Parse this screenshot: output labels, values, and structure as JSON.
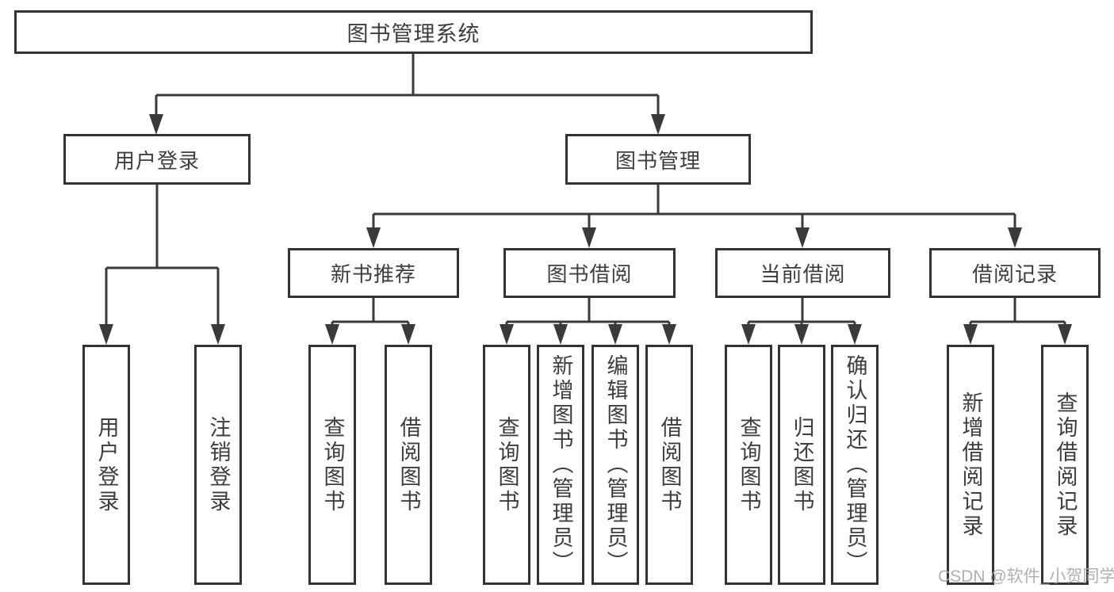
{
  "diagram": {
    "type": "hierarchy-flowchart",
    "root": {
      "label": "图书管理系统"
    },
    "level2": {
      "user_login": {
        "label": "用户登录",
        "parent": "图书管理系统"
      },
      "book_mgmt": {
        "label": "图书管理",
        "parent": "图书管理系统"
      }
    },
    "level3": {
      "new_book_rec": {
        "label": "新书推荐",
        "parent": "图书管理"
      },
      "book_borrow": {
        "label": "图书借阅",
        "parent": "图书管理"
      },
      "current_borrow": {
        "label": "当前借阅",
        "parent": "图书管理"
      },
      "borrow_records": {
        "label": "借阅记录",
        "parent": "图书管理"
      }
    },
    "leaves": {
      "user_login_leaf": {
        "label": "用户登录",
        "parent": "用户登录"
      },
      "logout": {
        "label": "注销登录",
        "parent": "用户登录"
      },
      "nbr_query": {
        "label": "查询图书",
        "parent": "新书推荐"
      },
      "nbr_borrow": {
        "label": "借阅图书",
        "parent": "新书推荐"
      },
      "bb_query": {
        "label": "查询图书",
        "parent": "图书借阅"
      },
      "bb_add": {
        "label": "新增图书（管理员）",
        "parent": "图书借阅"
      },
      "bb_edit": {
        "label": "编辑图书（管理员）",
        "parent": "图书借阅"
      },
      "bb_borrow": {
        "label": "借阅图书",
        "parent": "图书借阅"
      },
      "cb_query": {
        "label": "查询图书",
        "parent": "当前借阅"
      },
      "cb_return": {
        "label": "归还图书",
        "parent": "当前借阅"
      },
      "cb_confirm": {
        "label": "确认归还（管理员）",
        "parent": "当前借阅"
      },
      "br_add": {
        "label": "新增借阅记录",
        "parent": "借阅记录"
      },
      "br_query": {
        "label": "查询借阅记录",
        "parent": "借阅记录"
      }
    },
    "colors": {
      "line": "#3a3a3a",
      "box_border": "#333333",
      "text": "#3d3d3d",
      "watermark": "#a8a8a8",
      "background": "#ffffff"
    },
    "watermark": {
      "text": "CSDN @软件_小贺同学"
    }
  }
}
